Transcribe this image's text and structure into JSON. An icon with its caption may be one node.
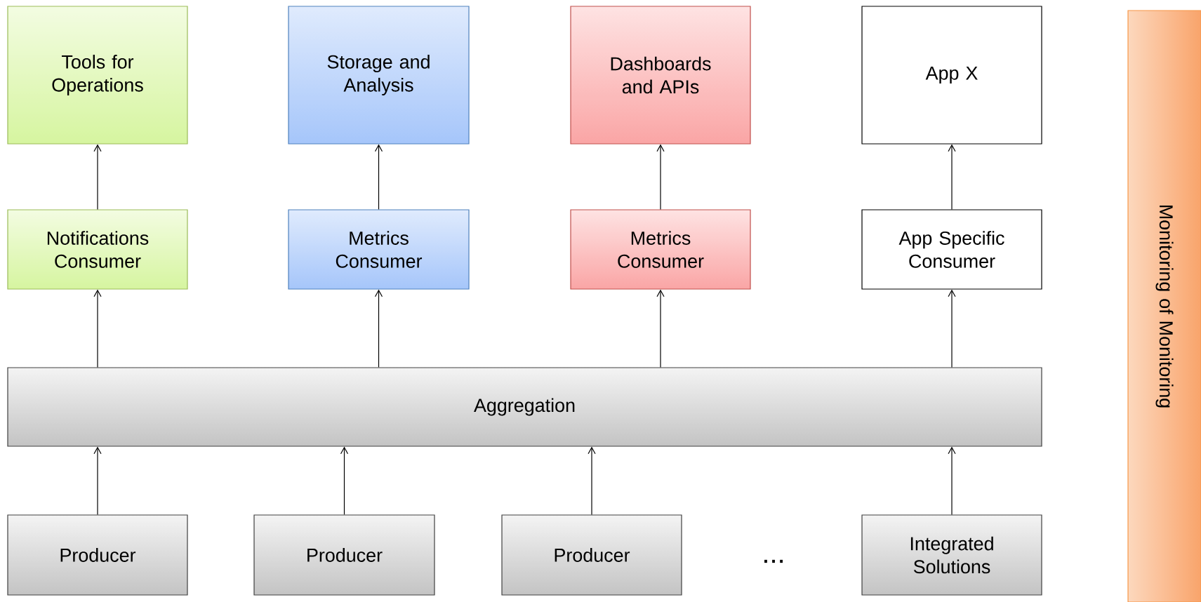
{
  "diagram": {
    "nodes": [
      {
        "text": [
          "Tools for Operations"
        ]
      },
      {
        "text": [
          "Storage and Analysis"
        ]
      },
      {
        "text": [
          "Dashboards and APIs"
        ]
      },
      {
        "text": [
          "App X"
        ]
      },
      {
        "text": [
          "Notifications Consumer"
        ]
      },
      {
        "text": [
          "Metrics Consumer"
        ]
      },
      {
        "text": [
          "Metrics Consumer"
        ]
      },
      {
        "text": [
          "App Specific Consumer"
        ]
      },
      {
        "text": [
          "Aggregation"
        ]
      },
      {
        "text": [
          "Producer"
        ]
      },
      {
        "text": [
          "Producer"
        ]
      },
      {
        "text": [
          "Producer"
        ]
      },
      {
        "text": [
          "Integrated Solutions"
        ]
      },
      {
        "text": [
          "Monitoring of Monitoring"
        ]
      }
    ],
    "edges": [
      {
        "from": 9,
        "to": 8,
        "arrow": "to"
      },
      {
        "from": 10,
        "to": 8,
        "arrow": "to"
      },
      {
        "from": 11,
        "to": 8,
        "arrow": "to"
      },
      {
        "from": 12,
        "to": 8,
        "arrow": "to"
      },
      {
        "from": 8,
        "to": 4,
        "arrow": "to"
      },
      {
        "from": 8,
        "to": 5,
        "arrow": "to"
      },
      {
        "from": 8,
        "to": 6,
        "arrow": "to"
      },
      {
        "from": 8,
        "to": 7,
        "arrow": "to"
      },
      {
        "from": 4,
        "to": 0,
        "arrow": "to"
      },
      {
        "from": 5,
        "to": 1,
        "arrow": "to"
      },
      {
        "from": 6,
        "to": 2,
        "arrow": "to"
      },
      {
        "from": 7,
        "to": 3,
        "arrow": "to"
      }
    ],
    "labels": [
      "..."
    ]
  }
}
